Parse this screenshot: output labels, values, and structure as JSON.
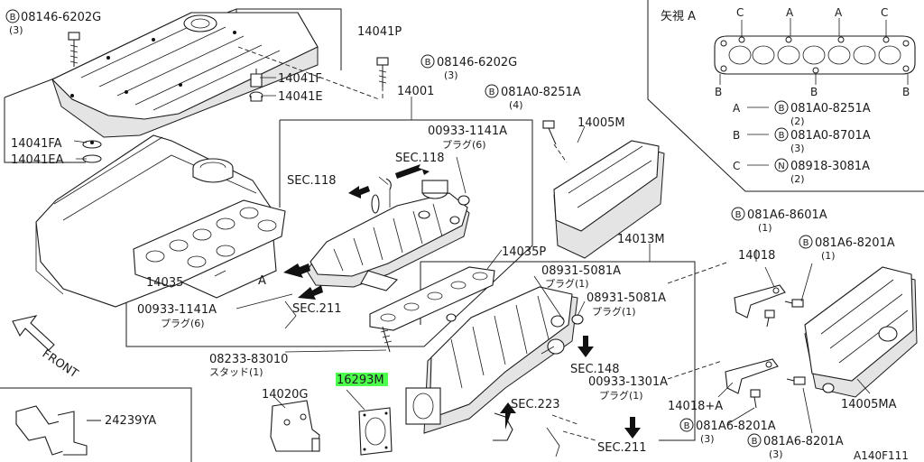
{
  "diagram": {
    "labels": {
      "b1": "08146-6202G",
      "b1q": "(3)",
      "p14041P": "14041P",
      "p14041F": "14041F",
      "p14041E": "14041E",
      "p14041FA": "14041FA",
      "p14041EA": "14041EA",
      "b2": "08146-6202G",
      "b2q": "(3)",
      "p14001": "14001",
      "b3": "081A0-8251A",
      "b3q": "(4)",
      "p14005M": "14005M",
      "pl1": "00933-1141A",
      "pl1s": "プラグ(6)",
      "sec118a": "SEC.118",
      "sec118b": "SEC.118",
      "p14035": "14035",
      "p14035P": "14035P",
      "p14013M": "14013M",
      "pl2": "00933-1141A",
      "pl2s": "プラグ(6)",
      "sec211a": "SEC.211",
      "pl3": "08931-5081A",
      "pl3s": "プラグ(1)",
      "pl4": "08931-5081A",
      "pl4s": "プラグ(1)",
      "arrowA": "A",
      "stud": "08233-83010",
      "studs": "スタッド(1)",
      "sec148": "SEC.148",
      "pl5": "00933-1301A",
      "pl5s": "プラグ(1)",
      "p14020G": "14020G",
      "p16293M": "16293M",
      "sec223": "SEC.223",
      "p24239YA": "24239YA",
      "sec211b": "SEC.211",
      "front": "FRONT",
      "viewTitle": "矢視 A",
      "lc": "C",
      "la": "A",
      "lb": "B",
      "leg1k": "A",
      "leg1": "081A0-8251A",
      "leg1q": "(2)",
      "leg2k": "B",
      "leg2": "081A0-8701A",
      "leg2q": "(3)",
      "leg3k": "C",
      "leg3": "08918-3081A",
      "leg3q": "(2)",
      "b4": "081A6-8601A",
      "b4q": "(1)",
      "b5": "081A6-8201A",
      "b5q": "(1)",
      "p14018": "14018",
      "p14018A": "14018+A",
      "b6": "081A6-8201A",
      "b6q": "(3)",
      "b7": "081A6-8201A",
      "b7q": "(3)",
      "p14005MA": "14005MA",
      "code": "A140F111",
      "circB": "B",
      "circN": "N"
    },
    "colors": {
      "ink": "#1a1a1a",
      "highlight": "#4cff4c",
      "paper": "#ffffff"
    }
  }
}
